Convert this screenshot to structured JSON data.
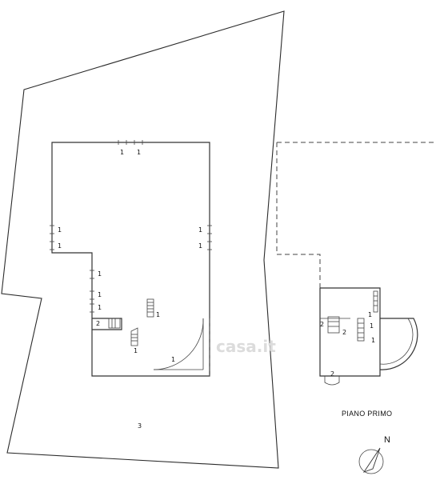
{
  "floor_caption": "PIANO PRIMO",
  "north_label": "N",
  "plot_label": "3",
  "watermark_text": "casa.it",
  "opening_label_1": "1",
  "opening_label_2": "2",
  "stair_label_1": "1",
  "stair_label_2": "2",
  "colors": {
    "line": "#2b2b2b",
    "background": "#ffffff",
    "watermark": "#dcdcdc"
  },
  "icons": [
    "north-arrow-icon",
    "stair-icon",
    "door-swing-icon"
  ]
}
